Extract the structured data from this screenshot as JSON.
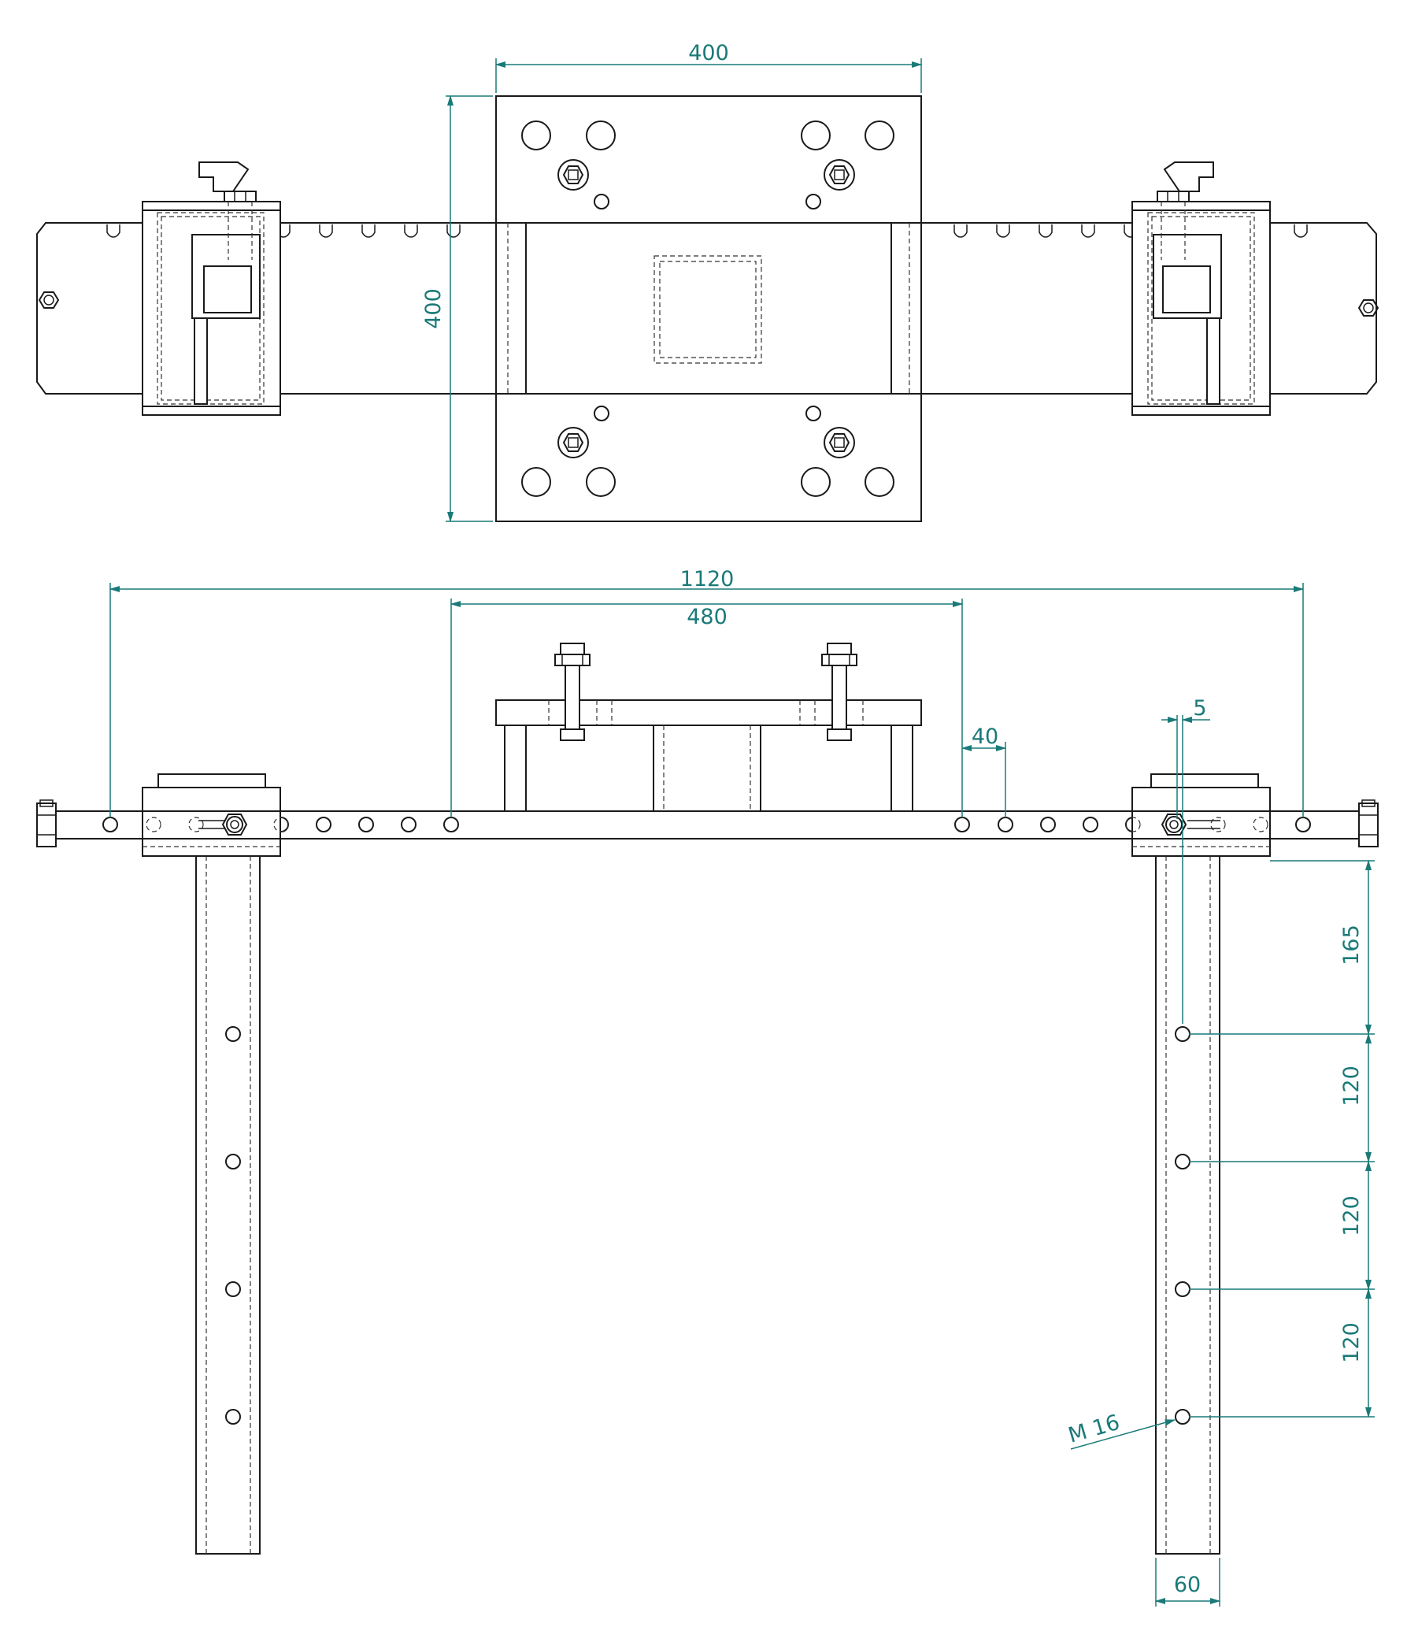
{
  "dimensions": {
    "top_width": "400",
    "top_height": "400",
    "overall_span": "1120",
    "mount_span": "480",
    "hole_pitch": "40",
    "offset": "5",
    "first_hole": "165",
    "pitch_1": "120",
    "pitch_2": "120",
    "pitch_3": "120",
    "thread": "M 16",
    "leg_width": "60"
  },
  "colors": {
    "line": "#1a1a1a",
    "dimension": "#1a7a78",
    "background": "#ffffff"
  }
}
